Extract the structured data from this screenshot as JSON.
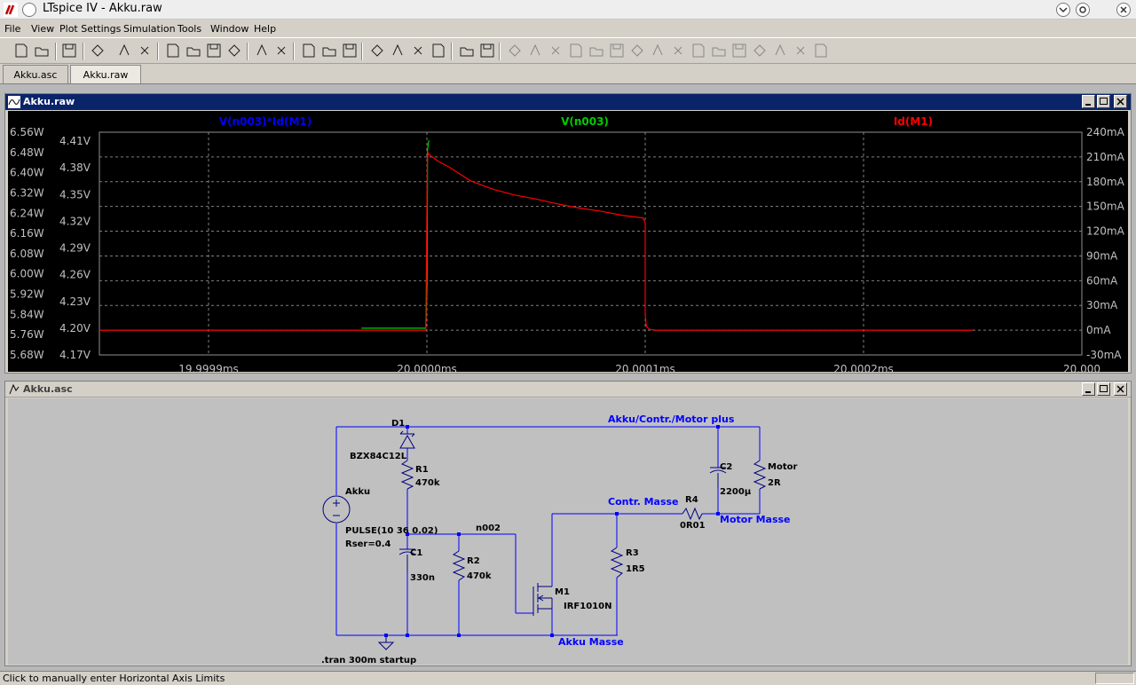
{
  "window": {
    "title": "LTspice IV - Akku.raw"
  },
  "menu": [
    "File",
    "View",
    "Plot Settings",
    "Simulation",
    "Tools",
    "Window",
    "Help"
  ],
  "toolbar_icons": [
    "new-schematic-icon",
    "open-icon",
    "save-icon",
    "control-panel-icon",
    "run-icon",
    "halt-icon",
    "zoom-in-icon",
    "zoom-pan-icon",
    "zoom-out-icon",
    "zoom-cancel-icon",
    "autorange-icon",
    "cursor-icon",
    "tile-vertical-icon",
    "tile-horizontal-icon",
    "cascade-icon",
    "cut-icon",
    "copy-icon",
    "paste-icon",
    "find-icon",
    "print-setup-icon",
    "print-icon",
    "wire-icon",
    "ground-icon",
    "label-net-icon",
    "resistor-icon",
    "capacitor-icon",
    "inductor-icon",
    "diode-icon",
    "component-icon",
    "move-icon",
    "drag-icon",
    "undo-icon",
    "redo-icon",
    "rotate-icon",
    "mirror-icon",
    "text-icon",
    "spice-directive-icon"
  ],
  "tabs": [
    {
      "label": "Akku.asc",
      "active": false
    },
    {
      "label": "Akku.raw",
      "active": true
    }
  ],
  "waveform_window": {
    "title": "Akku.raw",
    "chart_data": {
      "type": "line",
      "series": [
        {
          "name": "V(n003)*Id(M1)",
          "color": "#0000ff",
          "axis": "left-outer",
          "unit": "W",
          "points": []
        },
        {
          "name": "V(n003)",
          "color": "#00cc00",
          "axis": "left-inner",
          "unit": "V",
          "points": [
            [
              19.99997,
              4.2
            ],
            [
              19.9999995,
              4.2
            ],
            [
              20.0000001,
              4.25
            ],
            [
              20.0000003,
              4.4
            ],
            [
              20.0000008,
              4.41
            ],
            [
              20.0000012,
              4.41
            ]
          ]
        },
        {
          "name": "Id(M1)",
          "color": "#ff0000",
          "axis": "right",
          "unit": "A",
          "points": [
            [
              19.99985,
              0
            ],
            [
              19.9999995,
              0
            ],
            [
              20.0000002,
              0.2
            ],
            [
              20.0000005,
              0.215
            ],
            [
              20.000001,
              0.213
            ],
            [
              20.000005,
              0.205
            ],
            [
              20.00001,
              0.198
            ],
            [
              20.00002,
              0.181
            ],
            [
              20.00003,
              0.171
            ],
            [
              20.00004,
              0.164
            ],
            [
              20.00005,
              0.159
            ],
            [
              20.00006,
              0.153
            ],
            [
              20.00007,
              0.148
            ],
            [
              20.00008,
              0.144
            ],
            [
              20.00009,
              0.139
            ],
            [
              20.000099,
              0.136
            ],
            [
              20.0001,
              0.13
            ],
            [
              20.00010002,
              0.02
            ],
            [
              20.0001005,
              0.005
            ],
            [
              20.000102,
              0.001
            ],
            [
              20.000105,
              0
            ],
            [
              20.00025,
              0
            ]
          ]
        }
      ],
      "x_axis": {
        "ticks": [
          {
            "value": 19.9999,
            "label": "19.9999ms"
          },
          {
            "value": 20.0,
            "label": "20.0000ms"
          },
          {
            "value": 20.0001,
            "label": "20.0001ms"
          },
          {
            "value": 20.0002,
            "label": "20.0002ms"
          },
          {
            "value": 20.0003,
            "label": "20.000"
          }
        ],
        "range": [
          19.99985,
          20.0003
        ]
      },
      "y_left_outer": {
        "ticks": [
          "6.56W",
          "6.48W",
          "6.40W",
          "6.32W",
          "6.24W",
          "6.16W",
          "6.08W",
          "6.00W",
          "5.92W",
          "5.84W",
          "5.76W",
          "5.68W"
        ],
        "range": [
          5.68,
          6.56
        ]
      },
      "y_left_inner": {
        "ticks": [
          "4.41V",
          "4.38V",
          "4.35V",
          "4.32V",
          "4.29V",
          "4.26V",
          "4.23V",
          "4.20V",
          "4.17V"
        ],
        "tick_values": [
          4.41,
          4.38,
          4.35,
          4.32,
          4.29,
          4.26,
          4.23,
          4.2,
          4.17
        ],
        "range": [
          4.17,
          4.42
        ]
      },
      "y_right": {
        "ticks": [
          "240mA",
          "210mA",
          "180mA",
          "150mA",
          "120mA",
          "90mA",
          "60mA",
          "30mA",
          "0mA",
          "-30mA"
        ],
        "tick_values": [
          0.24,
          0.21,
          0.18,
          0.15,
          0.12,
          0.09,
          0.06,
          0.03,
          0,
          -0.03
        ],
        "range": [
          -0.03,
          0.24
        ]
      },
      "grid": true,
      "background": "#000000"
    }
  },
  "schematic_window": {
    "title": "Akku.asc",
    "labels": {
      "d1": "D1",
      "d1_value": "BZX84C12L",
      "r1": "R1",
      "r1_value": "470k",
      "akku": "Akku",
      "pulse": "PULSE(10 36 0.02)",
      "rser": "Rser=0.4",
      "c1": "C1",
      "c1_value": "330n",
      "r2": "R2",
      "r2_value": "470k",
      "n002": "n002",
      "m1": "M1",
      "m1_value": "IRF1010N",
      "r3": "R3",
      "r3_value": "1R5",
      "r4": "R4",
      "r4_value": "0R01",
      "c2": "C2",
      "c2_value": "2200µ",
      "motor": "Motor",
      "motor_value": "2R",
      "net_plus": "Akku/Contr./Motor plus",
      "net_contr": "Contr. Masse",
      "net_motor": "Motor Masse",
      "net_akku": "Akku Masse",
      "directive": ".tran 300m startup"
    }
  },
  "statusbar": {
    "text": "Click to manually enter Horizontal Axis Limits"
  }
}
